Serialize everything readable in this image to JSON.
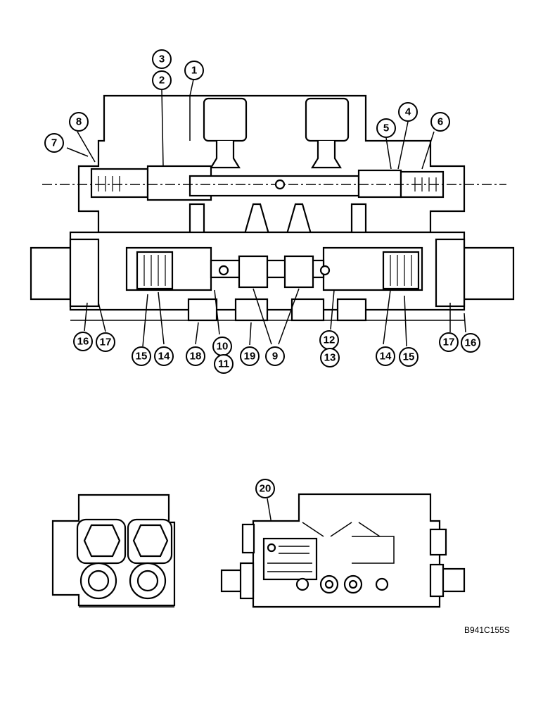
{
  "callouts": [
    "1",
    "2",
    "3",
    "4",
    "5",
    "6",
    "7",
    "8",
    "9",
    "10",
    "11",
    "12",
    "13",
    "14",
    "15",
    "16",
    "17",
    "18",
    "19",
    "20"
  ],
  "figure_code": "B941C155S"
}
